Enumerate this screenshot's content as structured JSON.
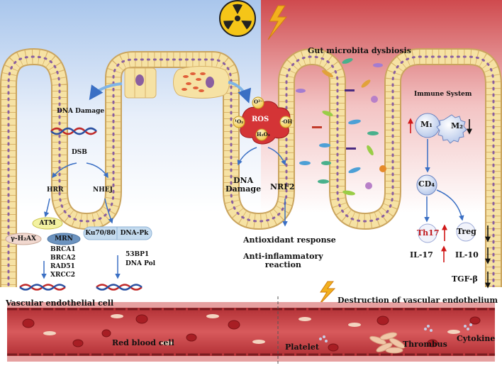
{
  "left_panel": {
    "dna_damage": "DNA Damage",
    "dsb": "DSB",
    "hrr": "HRR",
    "nhej": "NHEJ",
    "atm": "ATM",
    "gamma_h2ax": "γ-H₂AX",
    "mrn": "MRN",
    "ku": "Ku70/80",
    "dnapk": "DNA-Pk",
    "hrr_genes": [
      "BRCA1",
      "BRCA2",
      "RAD51",
      "XRCC2"
    ],
    "nhej_genes": [
      "53BP1",
      "DNA Pol"
    ]
  },
  "middle_panel": {
    "ros": "ROS",
    "ros_species": [
      "O²⁻",
      "¹O₂",
      "·OH",
      "H₂O₂"
    ],
    "dna_damage": [
      "DNA",
      "Damage"
    ],
    "nrf2": "NRF2",
    "antioxidant": "Antioxidant response",
    "anti_inflammatory": [
      "Anti-inflammatory",
      "reaction"
    ]
  },
  "right_panel": {
    "gut": "Gut microbita dysbiosis",
    "immune": "Immune System",
    "m1": "M₁",
    "m2": "M₂",
    "cd4": "CD₄",
    "th17": "Th17",
    "treg": "Treg",
    "il17": "IL-17",
    "il10": "IL-10",
    "tgfb": "TGF-β"
  },
  "bottom": {
    "vascular": "Vascular endothelial cell",
    "destruction": "Destruction of vascular endothelium",
    "rbc": "Red blood cell",
    "platelet": "Platelet",
    "thrombus": "Thrombus",
    "cytokine": "Cytokine"
  },
  "colors": {
    "sky": "#b9d0ee",
    "inflamed": "#cf4a4e",
    "cell_fill": "#f6e2a4",
    "cell_edge": "#d8b36a",
    "nucleus": "#8a5fa0",
    "vessel": "#c0393d",
    "arrow": "#3a6fc4",
    "up_arrow": "#d01818"
  },
  "icons": [
    "radiation-icon",
    "lightning-icon"
  ]
}
